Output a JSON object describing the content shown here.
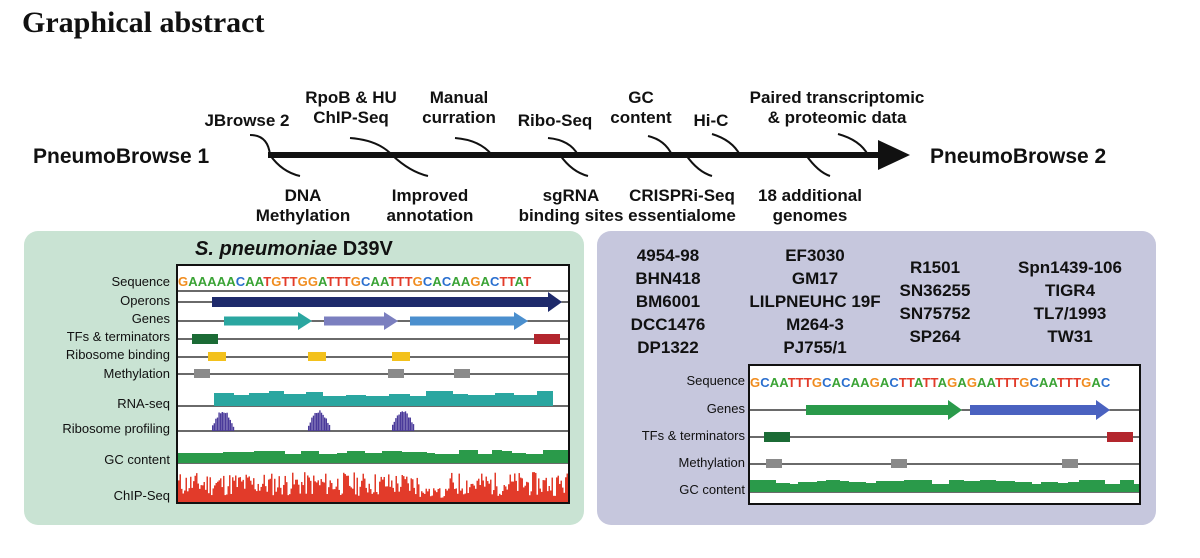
{
  "heading": "Graphical abstract",
  "timeline": {
    "start": "PneumoBrowse 1",
    "end": "PneumoBrowse 2",
    "above": [
      "JBrowse 2",
      "RpoB & HU\nChIP-Seq",
      "Manual\ncurration",
      "Ribo-Seq",
      "GC\ncontent",
      "Hi-C",
      "Paired transcriptomic\n& proteomic data"
    ],
    "below": [
      "DNA\nMethylation",
      "Improved\nannotation",
      "sgRNA\nbinding sites",
      "CRISPRi-Seq\nessentialome",
      "18 additional\ngenomes"
    ]
  },
  "left_panel": {
    "title_italic": "S. pneumoniae",
    "title_rest": " D39V",
    "sequence": "GAAAAACAATGTTGGATTTGCAATTTGCACAAGACTTAT",
    "tracks": [
      "Sequence",
      "Operons",
      "Genes",
      "TFs & terminators",
      "Ribosome binding",
      "Methylation",
      "RNA-seq",
      "Ribosome profiling",
      "GC content",
      "ChIP-Seq"
    ]
  },
  "right_panel": {
    "genomes": [
      "4954-98\nBHN418\nBM6001\nDCC1476\nDP1322",
      "EF3030\nGM17\nLILPNEUHC 19F\nM264-3\nPJ755/1",
      "R1501\nSN36255\nSN75752\nSP264",
      "Spn1439-106\nTIGR4\nTL7/1993\nTW31"
    ],
    "sequence": "GCAATTTGCACAAGACTTATTAGAGAATTTGCAATTTGAC",
    "tracks": [
      "Sequence",
      "Genes",
      "TFs & terminators",
      "Methylation",
      "GC content"
    ]
  },
  "colors": {
    "A": "#3aa335",
    "C": "#2a6fcf",
    "G": "#f08c1e",
    "T": "#e23b2a",
    "left_bg": "#c9e3d3",
    "right_bg": "#c6c7dd",
    "operon": "#1e2a6b",
    "gene1": "#2aa6a0",
    "gene2": "#7b7fbf",
    "gene3": "#4b8fce",
    "tf_green": "#1b6b35",
    "tf_red": "#b3262d",
    "rbs": "#f3c11c",
    "methyl": "#8a8a8a",
    "rnaseq": "#2aa6a0",
    "riboprof": "#4a3a9a",
    "gc": "#2a9a4a",
    "chip": "#e23b2a",
    "gene_r1": "#2a9a4a",
    "gene_r2": "#4a62c0"
  }
}
